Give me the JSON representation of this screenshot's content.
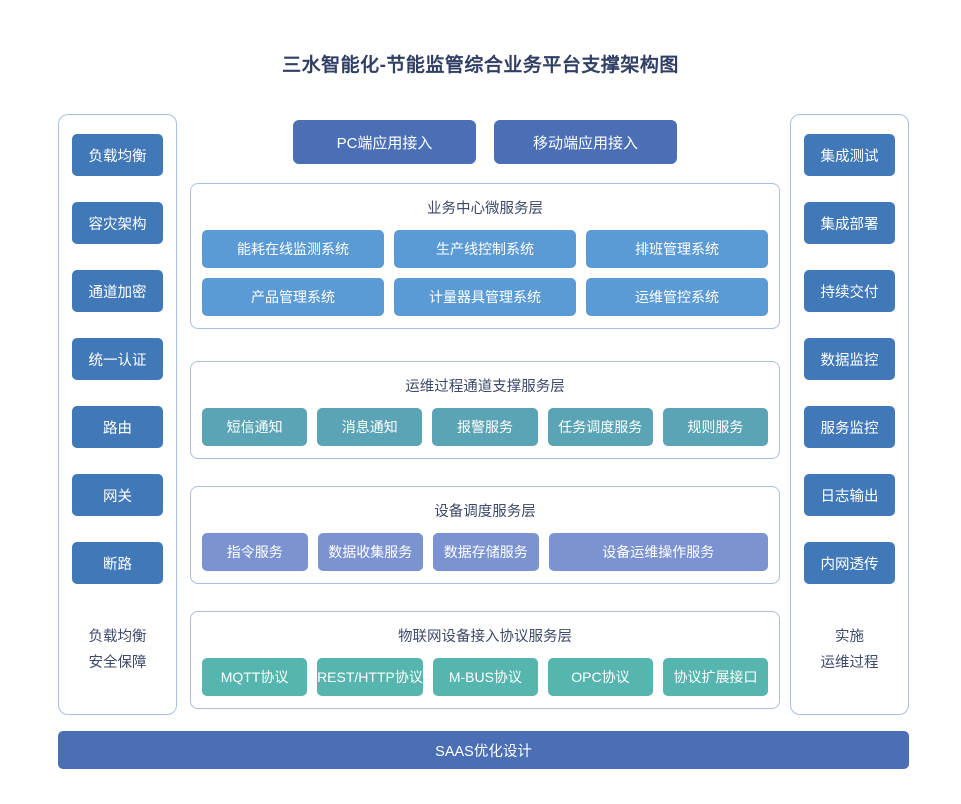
{
  "title": "三水智能化-节能监管综合业务平台支撑架构图",
  "access_row": {
    "buttons": [
      {
        "label": "PC端应用接入"
      },
      {
        "label": "移动端应用接入"
      }
    ]
  },
  "left_panel": {
    "items": [
      {
        "label": "负载均衡"
      },
      {
        "label": "容灾架构"
      },
      {
        "label": "通道加密"
      },
      {
        "label": "统一认证"
      },
      {
        "label": "路由"
      },
      {
        "label": "网关"
      },
      {
        "label": "断路"
      }
    ],
    "footer_line1": "负载均衡",
    "footer_line2": "安全保障"
  },
  "right_panel": {
    "items": [
      {
        "label": "集成测试"
      },
      {
        "label": "集成部署"
      },
      {
        "label": "持续交付"
      },
      {
        "label": "数据监控"
      },
      {
        "label": "服务监控"
      },
      {
        "label": "日志输出"
      },
      {
        "label": "内网透传"
      }
    ],
    "footer_line1": "实施",
    "footer_line2": "运维过程"
  },
  "layers": {
    "business": {
      "title": "业务中心微服务层",
      "row1": [
        {
          "label": "能耗在线监测系统"
        },
        {
          "label": "生产线控制系统"
        },
        {
          "label": "排班管理系统"
        }
      ],
      "row2": [
        {
          "label": "产品管理系统"
        },
        {
          "label": "计量器具管理系统"
        },
        {
          "label": "运维管控系统"
        }
      ]
    },
    "ops": {
      "title": "运维过程通道支撑服务层",
      "row1": [
        {
          "label": "短信通知"
        },
        {
          "label": "消息通知"
        },
        {
          "label": "报警服务"
        },
        {
          "label": "任务调度服务"
        },
        {
          "label": "规则服务"
        }
      ]
    },
    "device": {
      "title": "设备调度服务层",
      "row1": [
        {
          "label": "指令服务"
        },
        {
          "label": "数据收集服务"
        },
        {
          "label": "数据存储服务"
        },
        {
          "label": "设备运维操作服务"
        }
      ]
    },
    "iot": {
      "title": "物联网设备接入协议服务层",
      "row1": [
        {
          "label": "MQTT协议"
        },
        {
          "label": "REST/HTTP协议"
        },
        {
          "label": "M-BUS协议"
        },
        {
          "label": "OPC协议"
        },
        {
          "label": "协议扩展接口"
        }
      ]
    }
  },
  "bottom_bar": {
    "label": "SAAS优化设计"
  },
  "colors": {
    "title_text": "#303f63",
    "panel_border": "#a8c0e4",
    "side_chip": "#4178b8",
    "access_button": "#4a6fb5",
    "business_node": "#5b9bd5",
    "ops_node": "#5ba4b5",
    "device_node": "#7b93d0",
    "iot_node": "#56b5ae",
    "bottom_bar": "#4a6fb5"
  }
}
